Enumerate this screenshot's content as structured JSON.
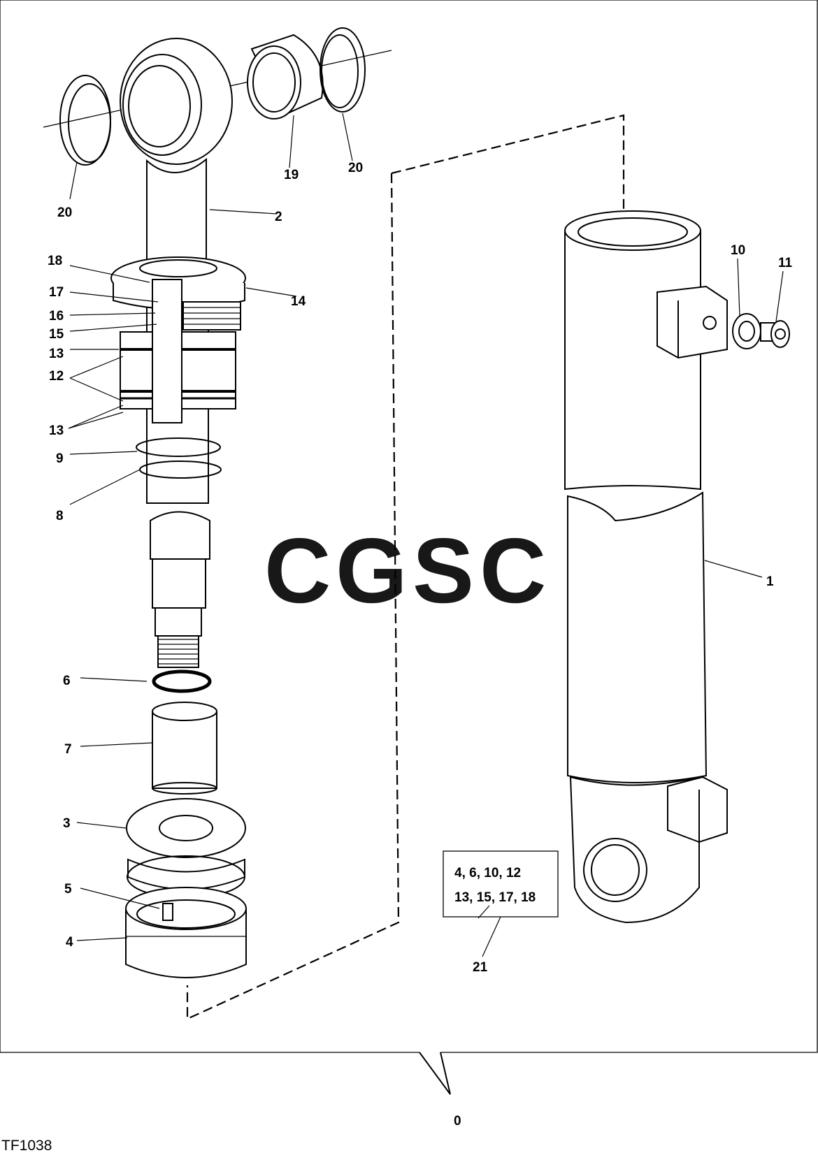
{
  "figure_code": "TF1038",
  "assembly_label": "0",
  "watermark": {
    "letters": [
      "C",
      "G",
      "S",
      "C"
    ],
    "colors": [
      "#7FA9F2",
      "#F08A8A",
      "#F7D76A",
      "#7DC19E"
    ]
  },
  "kit": {
    "line1": "4, 6, 10, 12",
    "line2": "13, 15, 17, 18",
    "label": "21"
  },
  "callouts": {
    "c1": "1",
    "c2": "2",
    "c3": "3",
    "c4": "4",
    "c5": "5",
    "c6": "6",
    "c7": "7",
    "c8": "8",
    "c9": "9",
    "c10": "10",
    "c11": "11",
    "c12": "12",
    "c13a": "13",
    "c13b": "13",
    "c14": "14",
    "c15": "15",
    "c16": "16",
    "c17": "17",
    "c18": "18",
    "c19": "19",
    "c20a": "20",
    "c20b": "20"
  }
}
